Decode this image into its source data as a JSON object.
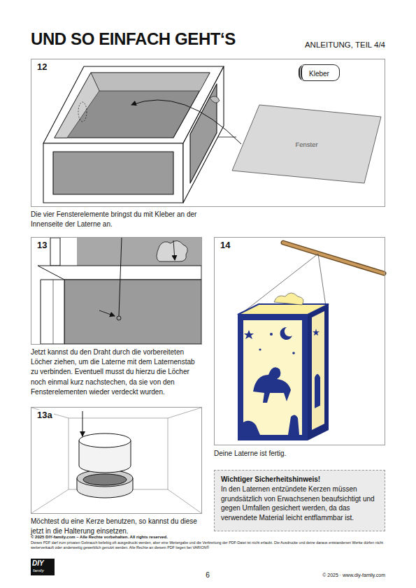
{
  "diagram": {
    "title": "UND SO EINFACH GEHT‘S",
    "nodes": [
      {
        "text": [
          "12"
        ]
      },
      {
        "text": [
          "Kleber"
        ],
        "in": 0
      },
      {
        "text": [
          "Fenster"
        ],
        "in": 0
      },
      {
        "text": [
          "13"
        ]
      },
      {
        "text": [
          "13a"
        ]
      },
      {
        "text": [
          "14"
        ]
      },
      {
        "text": [
          "Wichtiger Sicherheitshinweis!",
          "In den Laternen entzündete Kerzen müssen grundsätzlich von Erwachsenen beaufsichtigt und gegen Umfallen gesichert werden, da das verwendete Material leicht entflammbar ist."
        ]
      }
    ],
    "labels": [
      "ANLEITUNG, TEIL 4/4",
      "Die vier Fensterelemente bringst du mit Kleber an der Innenseite der Laterne an.",
      "Jetzt kannst du den Draht durch die vorbereiteten Löcher ziehen, um die Laterne mit dem Laternenstab zu verbinden. Eventuell musst du hierzu die Löcher noch einmal kurz nachstechen, da sie von den Fensterelementen wieder verdeckt wurden.",
      "Möchtest du eine Kerze benutzen, so kannst du diese jetzt in die Halterung einsetzen.",
      "Deine Laterne ist fertig.",
      "© 2025 DIY-family.com – Alle Rechte vorbehalten. All rights reserved.",
      "Dieses PDF darf zum privaten Gebrauch beliebig oft ausgedruckt werden, aber eine Weitergabe und die Verbreitung der PDF-Datei ist nicht erlaubt. Die Ausdrucke und deine daraus entstandenen Werke dürfen nicht weiterverkauft oder anderweitig gewerblich genutzt werden. Alle Rechte an diesem PDF liegen bei VARION®",
      "DIY",
      "family",
      "6",
      "© 2025 · www.diy-family.com"
    ]
  }
}
